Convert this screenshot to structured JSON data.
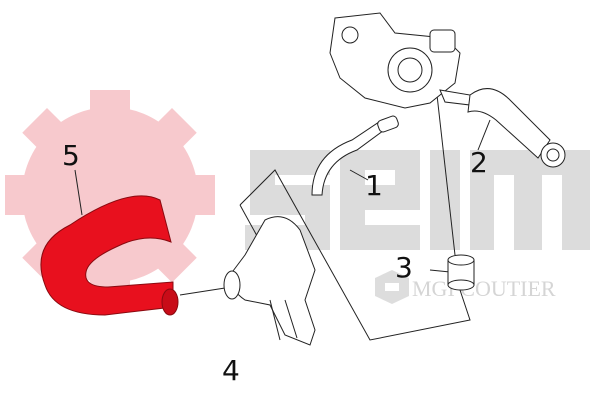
{
  "callouts": [
    "1",
    "2",
    "3",
    "4",
    "5"
  ],
  "watermarks": {
    "brand_logo": "seim",
    "brand_secondary": "MGI COUTIER"
  },
  "colors": {
    "highlight_part": "#e8101e",
    "watermark_gray": "#d9d9d9",
    "gear_pink": "#f7c9cd"
  }
}
